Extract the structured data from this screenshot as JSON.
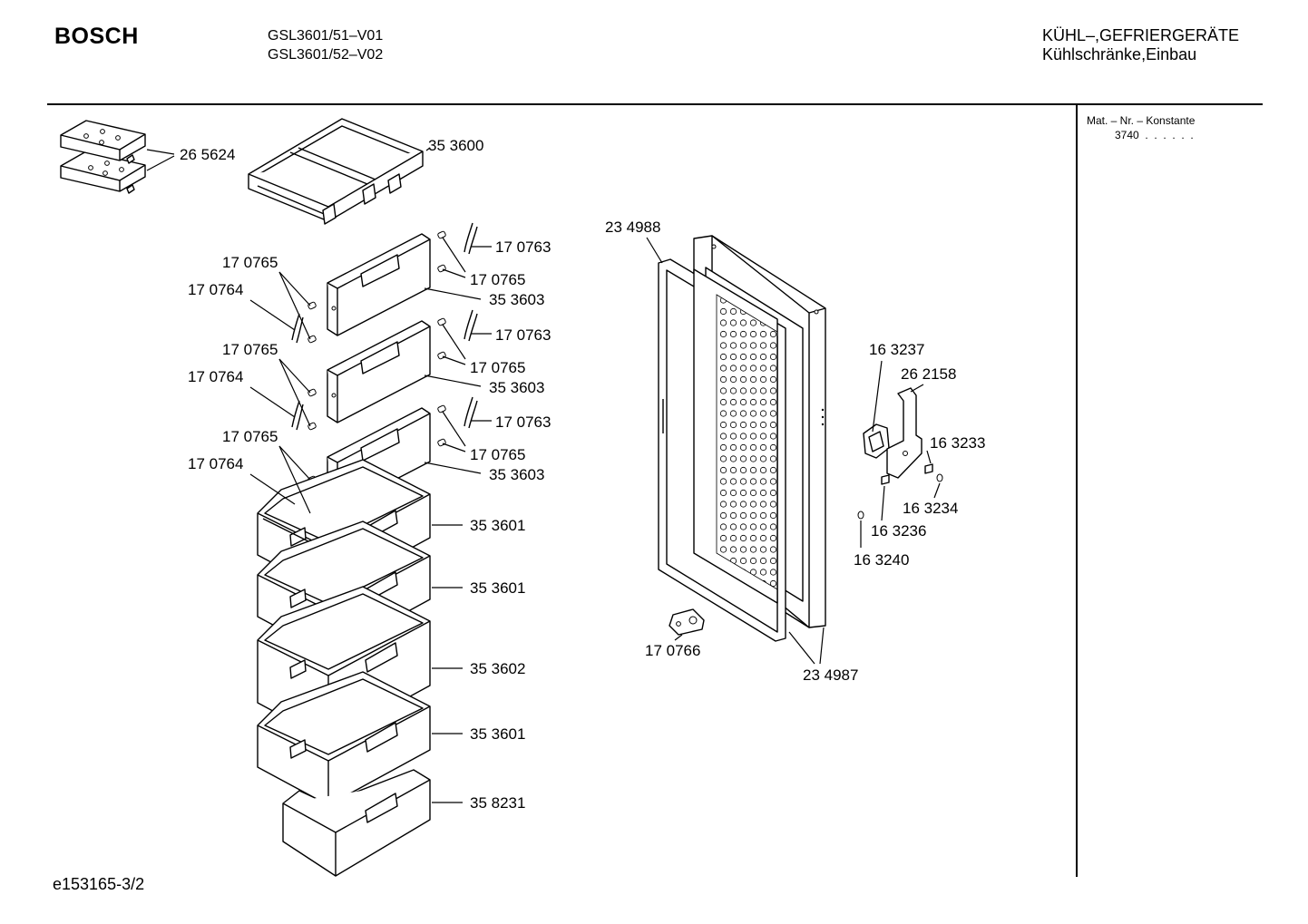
{
  "header": {
    "brand": "BOSCH",
    "model_line_1": "GSL3601/51–V01",
    "model_line_2": "GSL3601/52–V02",
    "category_line_1": "KÜHL–,GEFRIERGERÄTE",
    "category_line_2": "Kühlschränke,Einbau"
  },
  "sidebar": {
    "heading": "Mat. – Nr. – Konstante",
    "value": "3740  .  .  .  .  .  ."
  },
  "footer": {
    "drawing_id": "e153165-3/2"
  },
  "parts": [
    {
      "id": "ice-pack",
      "label": "26 5624"
    },
    {
      "id": "top-tray",
      "label": "35 3600"
    },
    {
      "id": "clip-r1",
      "label": "17 0763"
    },
    {
      "id": "pin-r1",
      "label": "17 0765"
    },
    {
      "id": "flap-1",
      "label": "35 3603"
    },
    {
      "id": "pin-l1",
      "label": "17 0765"
    },
    {
      "id": "clip-l1",
      "label": "17 0764"
    },
    {
      "id": "clip-r2",
      "label": "17 0763"
    },
    {
      "id": "pin-r2",
      "label": "17 0765"
    },
    {
      "id": "flap-2",
      "label": "35 3603"
    },
    {
      "id": "pin-l2",
      "label": "17 0765"
    },
    {
      "id": "clip-l2",
      "label": "17 0764"
    },
    {
      "id": "clip-r3",
      "label": "17 0763"
    },
    {
      "id": "pin-r3",
      "label": "17 0765"
    },
    {
      "id": "flap-3",
      "label": "35 3603"
    },
    {
      "id": "pin-l3",
      "label": "17 0765"
    },
    {
      "id": "clip-l3",
      "label": "17 0764"
    },
    {
      "id": "drawer-1",
      "label": "35 3601"
    },
    {
      "id": "drawer-2",
      "label": "35 3601"
    },
    {
      "id": "drawer-3",
      "label": "35 3602"
    },
    {
      "id": "drawer-4",
      "label": "35 3601"
    },
    {
      "id": "drawer-5",
      "label": "35 8231"
    },
    {
      "id": "door-seal",
      "label": "23 4988"
    },
    {
      "id": "door",
      "label": "23 4987"
    },
    {
      "id": "door-hinge-lower",
      "label": "17 0766"
    },
    {
      "id": "hinge-cover",
      "label": "16 3237"
    },
    {
      "id": "hinge-bracket",
      "label": "26 2158"
    },
    {
      "id": "screw",
      "label": "16 3233"
    },
    {
      "id": "washer",
      "label": "16 3234"
    },
    {
      "id": "nut",
      "label": "16 3236"
    },
    {
      "id": "cap",
      "label": "16 3240"
    }
  ]
}
